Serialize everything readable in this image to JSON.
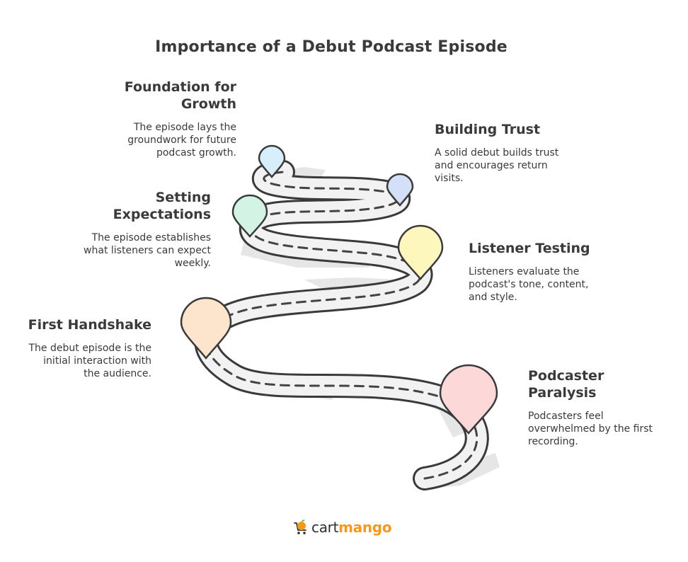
{
  "title": "Importance of a Debut Podcast Episode",
  "stages": [
    {
      "id": "foundation",
      "heading_lines": [
        "Foundation for",
        "Growth"
      ],
      "desc_lines": [
        "The episode lays the",
        "groundwork for future",
        "podcast growth."
      ],
      "pin_color": "#d6effa"
    },
    {
      "id": "trust",
      "heading_lines": [
        "Building Trust"
      ],
      "desc_lines": [
        "A solid debut builds trust",
        "and encourages return",
        "visits."
      ],
      "pin_color": "#d4e0f7"
    },
    {
      "id": "expectations",
      "heading_lines": [
        "Setting",
        "Expectations"
      ],
      "desc_lines": [
        "The episode establishes",
        "what listeners can expect",
        "weekly."
      ],
      "pin_color": "#d3f3e4"
    },
    {
      "id": "testing",
      "heading_lines": [
        "Listener Testing"
      ],
      "desc_lines": [
        "Listeners evaluate the",
        "podcast's tone, content,",
        "and style."
      ],
      "pin_color": "#fdf6bd"
    },
    {
      "id": "handshake",
      "heading_lines": [
        "First Handshake"
      ],
      "desc_lines": [
        "The debut episode is the",
        "initial interaction with",
        "the audience."
      ],
      "pin_color": "#fde4cc"
    },
    {
      "id": "paralysis",
      "heading_lines": [
        "Podcaster",
        "Paralysis"
      ],
      "desc_lines": [
        "Podcasters feel",
        "overwhelmed by the first",
        "recording."
      ],
      "pin_color": "#fcd8d8"
    }
  ],
  "logo": {
    "part1": "cart",
    "part2": "mango",
    "icon": "mango-cart-icon"
  }
}
